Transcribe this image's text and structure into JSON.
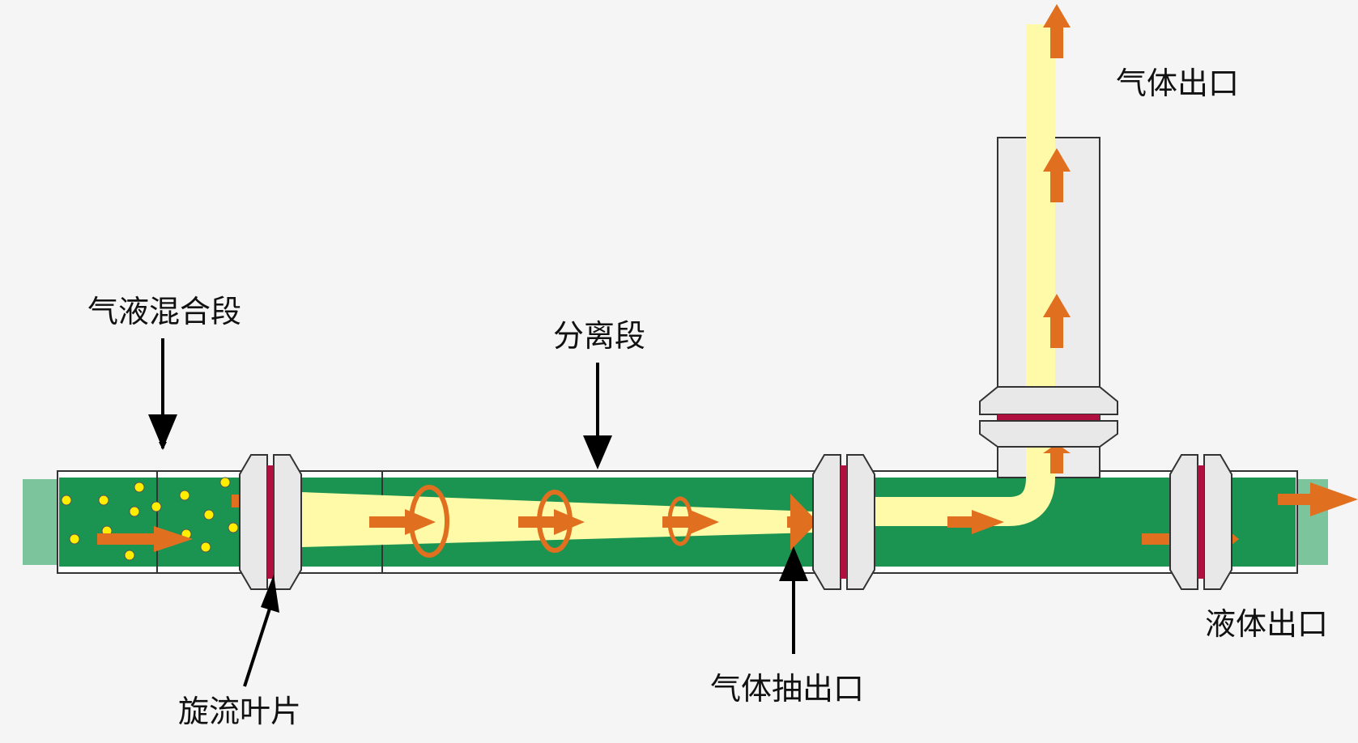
{
  "labels": {
    "mixing_section": "气液混合段",
    "separation_section": "分离段",
    "gas_outlet": "气体出口",
    "swirl_vane": "旋流叶片",
    "gas_extraction_outlet": "气体抽出口",
    "liquid_outlet": "液体出口"
  },
  "colors": {
    "liquid": "#1a9450",
    "gas_core": "#fffaa8",
    "flow_arrow": "#e07020",
    "pipe_wall": "#ffffff",
    "flange": "#e8e8e8",
    "gasket": "#b01040",
    "bubble": "#ffee00",
    "inlet_outlet_stub": "#7cc49c",
    "pointer": "#000000"
  }
}
